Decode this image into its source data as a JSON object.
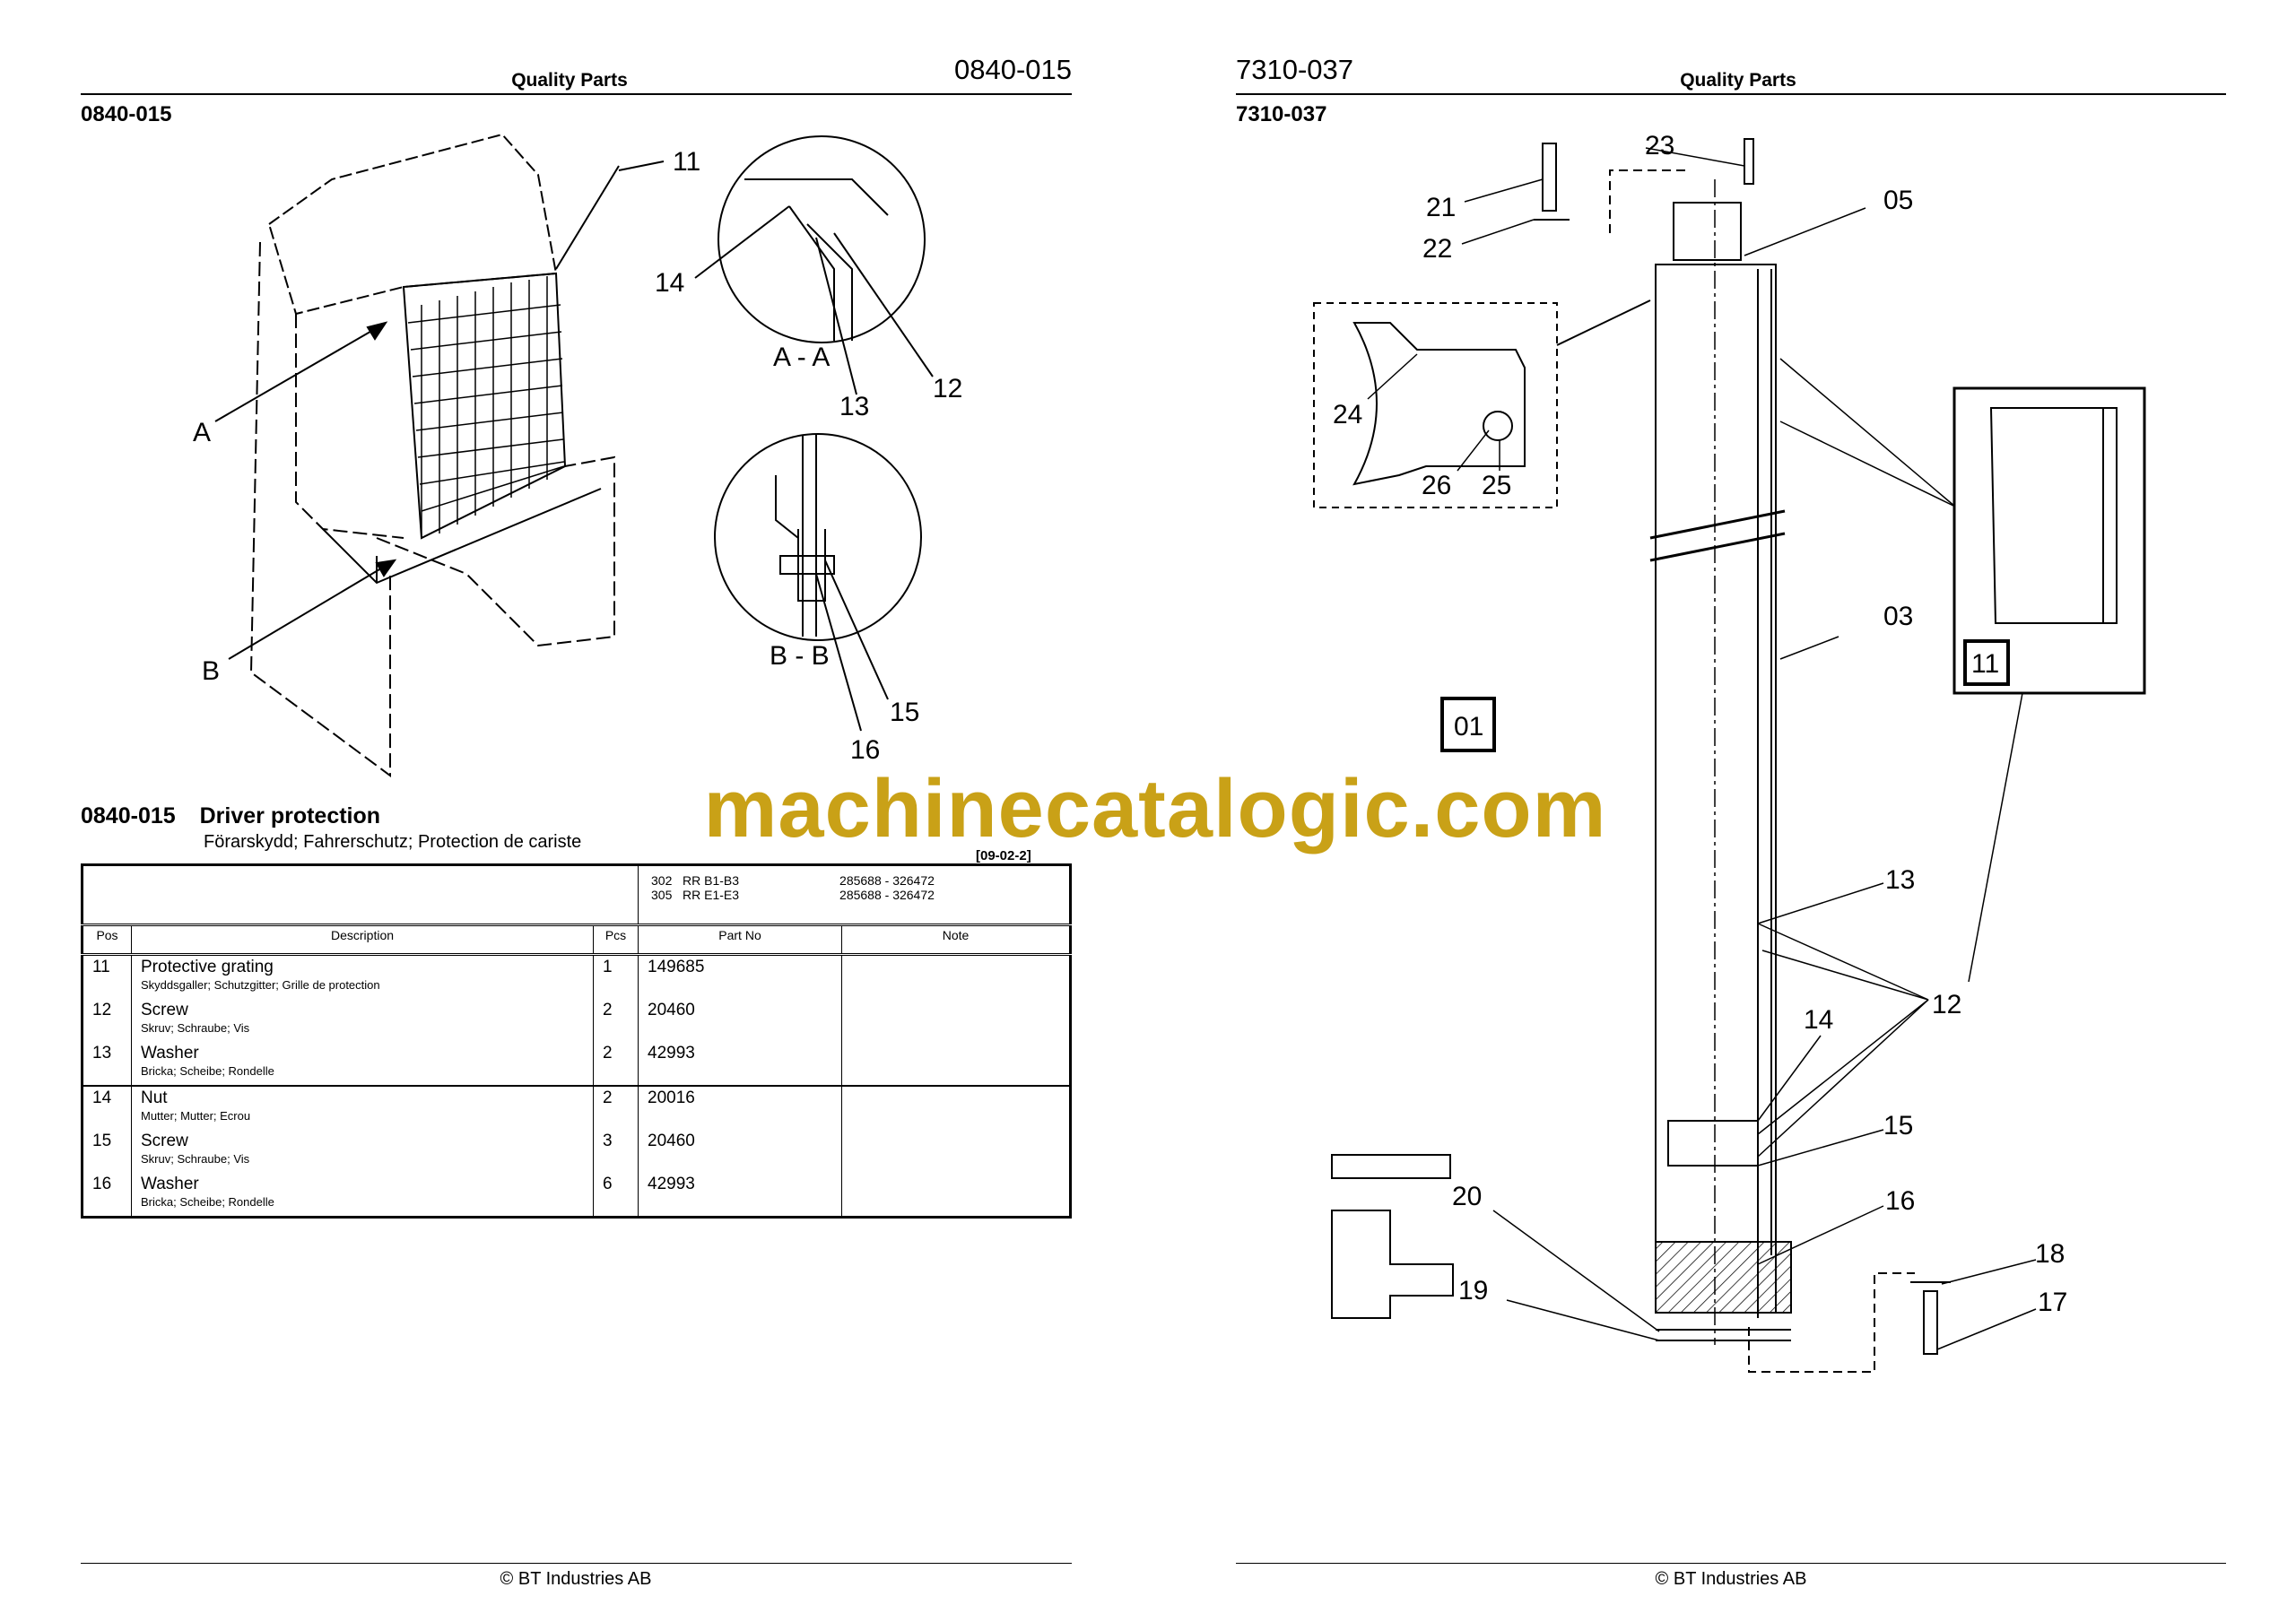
{
  "left_page": {
    "header_title": "Quality Parts",
    "page_code": "0840-015",
    "section_code": "0840-015",
    "diagram_labels": {
      "l11": "11",
      "l14": "14",
      "aa": "A - A",
      "l13": "13",
      "l12": "12",
      "a": "A",
      "b": "B",
      "bb": "B - B",
      "l15": "15",
      "l16": "16"
    },
    "title_code": "0840-015",
    "title": "Driver protection",
    "subtitle": "Förarskydd; Fahrerschutz; Protection de cariste",
    "date_stamp": "[09-02-2]",
    "models": [
      {
        "code": "302",
        "name": "RR B1-B3",
        "serial": "285688 - 326472"
      },
      {
        "code": "305",
        "name": "RR E1-E3",
        "serial": "285688 - 326472"
      }
    ],
    "columns": [
      "Pos",
      "Description",
      "Pcs",
      "Part No",
      "Note"
    ],
    "rows": [
      {
        "pos": "11",
        "desc": "Protective grating",
        "sub": "Skyddsgaller; Schutzgitter; Grille de protection",
        "pcs": "1",
        "part": "149685",
        "note": ""
      },
      {
        "pos": "12",
        "desc": "Screw",
        "sub": "Skruv; Schraube; Vis",
        "pcs": "2",
        "part": "20460",
        "note": ""
      },
      {
        "pos": "13",
        "desc": "Washer",
        "sub": "Bricka; Scheibe; Rondelle",
        "pcs": "2",
        "part": "42993",
        "note": ""
      },
      {
        "pos": "14",
        "desc": "Nut",
        "sub": "Mutter; Mutter; Ecrou",
        "pcs": "2",
        "part": "20016",
        "note": ""
      },
      {
        "pos": "15",
        "desc": "Screw",
        "sub": "Skruv; Schraube; Vis",
        "pcs": "3",
        "part": "20460",
        "note": ""
      },
      {
        "pos": "16",
        "desc": "Washer",
        "sub": "Bricka; Scheibe; Rondelle",
        "pcs": "6",
        "part": "42993",
        "note": ""
      }
    ],
    "footer": "© BT Industries AB"
  },
  "right_page": {
    "header_title": "Quality Parts",
    "page_code": "7310-037",
    "section_code": "7310-037",
    "diagram_labels": {
      "l23": "23",
      "l21": "21",
      "l22": "22",
      "l05": "05",
      "l24": "24",
      "l26": "26",
      "l25": "25",
      "l03": "03",
      "l01": "01",
      "l11": "11",
      "l13": "13",
      "l12": "12",
      "l14": "14",
      "l15": "15",
      "l16": "16",
      "l20": "20",
      "l19": "19",
      "l18": "18",
      "l17": "17"
    },
    "footer": "© BT Industries AB"
  },
  "watermark": "machinecatalogic.com",
  "colors": {
    "watermark": "#c9a117",
    "ink": "#000000"
  }
}
